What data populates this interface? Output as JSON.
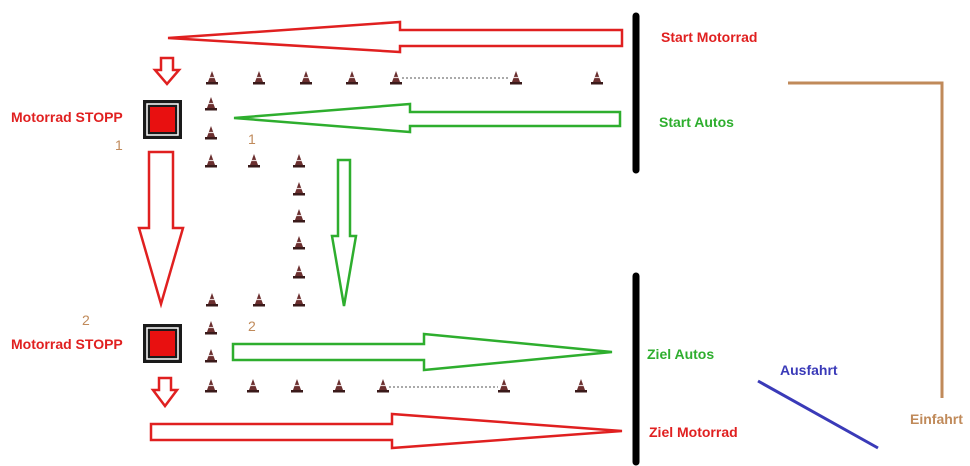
{
  "labels": {
    "start_motorrad": "Start Motorrad",
    "start_autos": "Start Autos",
    "ziel_autos": "Ziel Autos",
    "ziel_motorrad": "Ziel Motorrad",
    "motorrad_stopp_1": "Motorrad STOPP",
    "motorrad_stopp_2": "Motorrad STOPP",
    "num_stop_1": "1",
    "num_stop_2": "2",
    "num_cone_1": "1",
    "num_cone_2": "2",
    "ausfahrt": "Ausfahrt",
    "einfahrt": "Einfahrt"
  },
  "colors": {
    "motorrad": "#e02020",
    "autos": "#2eae2e",
    "einfahrt": "#c08a5a",
    "ausfahrt": "#3a3ab8",
    "barrier": "#000000",
    "cone": "#5a2a2a"
  },
  "icons": [
    "cone-icon",
    "stop-sign-icon",
    "arrow-icon"
  ]
}
